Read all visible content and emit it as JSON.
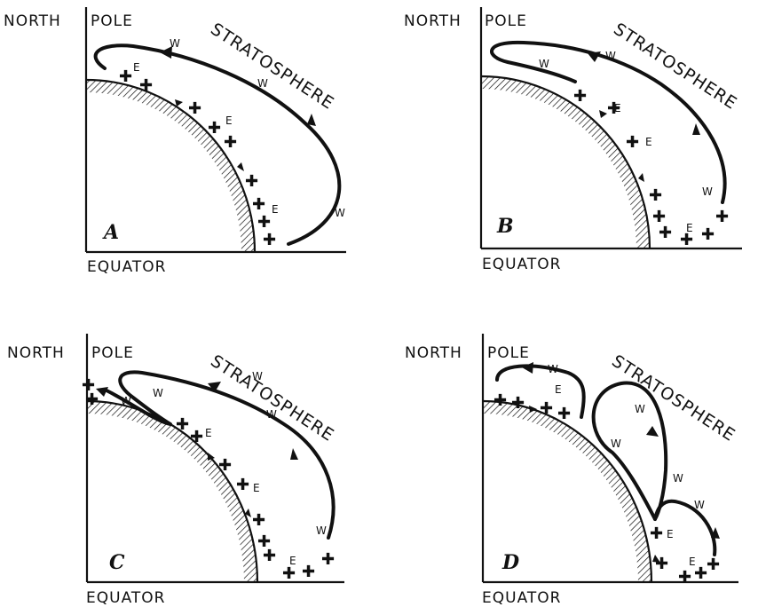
{
  "panels": [
    {
      "id": "A",
      "label": "A",
      "north_label": "NORTH",
      "pole_label": "POLE",
      "equator_label": "EQUATOR",
      "stratosphere_label": "STRATOSPHERE",
      "wind_labels": [
        "W",
        "E",
        "W",
        "E",
        "E",
        "W"
      ]
    },
    {
      "id": "B",
      "label": "B",
      "north_label": "NORTH",
      "pole_label": "POLE",
      "equator_label": "EQUATOR",
      "stratosphere_label": "STRATOSPHERE",
      "wind_labels": [
        "W",
        "W",
        "E",
        "E",
        "W",
        "E"
      ]
    },
    {
      "id": "C",
      "label": "C",
      "north_label": "NORTH",
      "pole_label": "POLE",
      "equator_label": "EQUATOR",
      "stratosphere_label": "STRATOSPHERE",
      "wind_labels": [
        "W",
        "W",
        "W",
        "E",
        "W",
        "E",
        "W",
        "E"
      ]
    },
    {
      "id": "D",
      "label": "D",
      "north_label": "NORTH",
      "pole_label": "POLE",
      "equator_label": "EQUATOR",
      "stratosphere_label": "STRATOSPHERE",
      "wind_labels": [
        "W",
        "E",
        "W",
        "W",
        "W",
        "W",
        "E",
        "E"
      ]
    }
  ]
}
